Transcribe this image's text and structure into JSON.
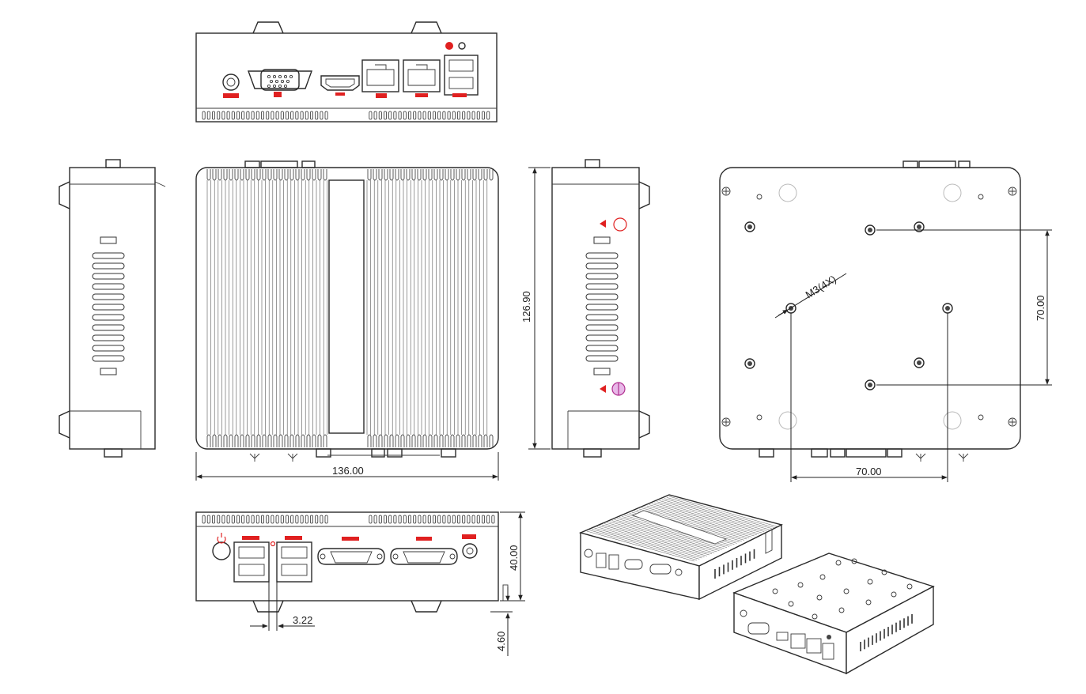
{
  "diagram": {
    "dimensions": {
      "width": "136.00",
      "depth": "126.90",
      "height": "40.00",
      "foot_height": "4.60",
      "usb_gap": "3.22",
      "mount_spacing_x": "70.00",
      "mount_spacing_y": "70.00",
      "mount_hole_spec": "M3(4X)"
    },
    "colors": {
      "line": "#2a2a2a",
      "port_label": "#e02020"
    }
  }
}
